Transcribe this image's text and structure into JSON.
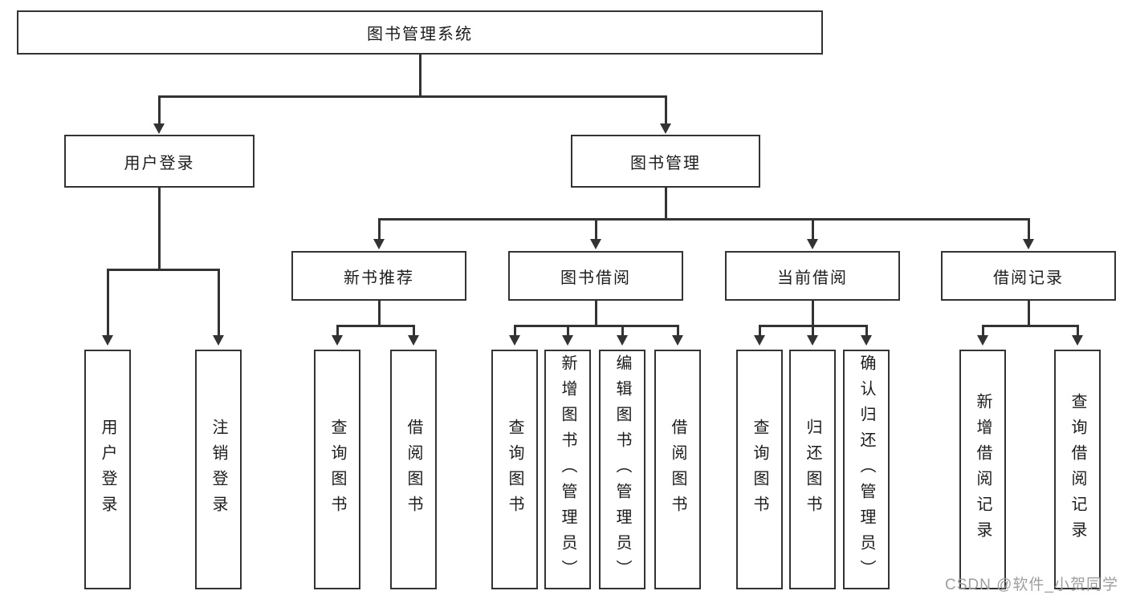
{
  "tree": {
    "root": {
      "label": "图书管理系统"
    },
    "children": [
      {
        "label": "用户登录",
        "children": [
          {
            "label": "用户登录"
          },
          {
            "label": "注销登录"
          }
        ]
      },
      {
        "label": "图书管理",
        "children": [
          {
            "label": "新书推荐",
            "children": [
              {
                "label": "查询图书"
              },
              {
                "label": "借阅图书"
              }
            ]
          },
          {
            "label": "图书借阅",
            "children": [
              {
                "label": "查询图书"
              },
              {
                "label": "新增图书（管理员）"
              },
              {
                "label": "编辑图书（管理员）"
              },
              {
                "label": "借阅图书"
              }
            ]
          },
          {
            "label": "当前借阅",
            "children": [
              {
                "label": "查询图书"
              },
              {
                "label": "归还图书"
              },
              {
                "label": "确认归还（管理员）"
              }
            ]
          },
          {
            "label": "借阅记录",
            "children": [
              {
                "label": "新增借阅记录"
              },
              {
                "label": "查询借阅记录"
              }
            ]
          }
        ]
      }
    ]
  },
  "watermark": "CSDN @软件_小贺同学",
  "colors": {
    "line": "#333333",
    "text": "#1c1c1c",
    "background": "#ffffff",
    "watermark": "#9e9e9e"
  }
}
